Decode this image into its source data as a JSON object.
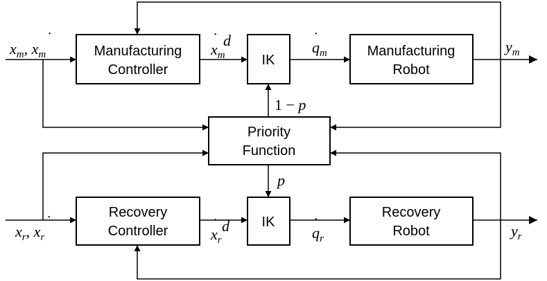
{
  "blocks": {
    "manufacturing_controller": [
      "Manufacturing",
      "Controller"
    ],
    "ik_top": "IK",
    "manufacturing_robot": [
      "Manufacturing",
      "Robot"
    ],
    "priority_function": [
      "Priority",
      "Function"
    ],
    "recovery_controller": [
      "Recovery",
      "Controller"
    ],
    "ik_bottom": "IK",
    "recovery_robot": [
      "Recovery",
      "Robot"
    ]
  },
  "signals": {
    "input_top": {
      "x": "x",
      "sub": "m"
    },
    "input_bottom": {
      "x": "x",
      "sub": "r"
    },
    "cmd_top": {
      "var": "x",
      "sub": "m",
      "sup": "d"
    },
    "cmd_bottom": {
      "var": "x",
      "sub": "r",
      "sup": "d"
    },
    "qdot_top": {
      "var": "q",
      "sub": "m"
    },
    "qdot_bottom": {
      "var": "q",
      "sub": "r"
    },
    "out_top": {
      "var": "y",
      "sub": "m"
    },
    "out_bottom": {
      "var": "y",
      "sub": "r"
    },
    "weight_top": "1 − p",
    "weight_top_num": "1 − ",
    "weight_top_var": "p",
    "weight_bottom": "p"
  }
}
